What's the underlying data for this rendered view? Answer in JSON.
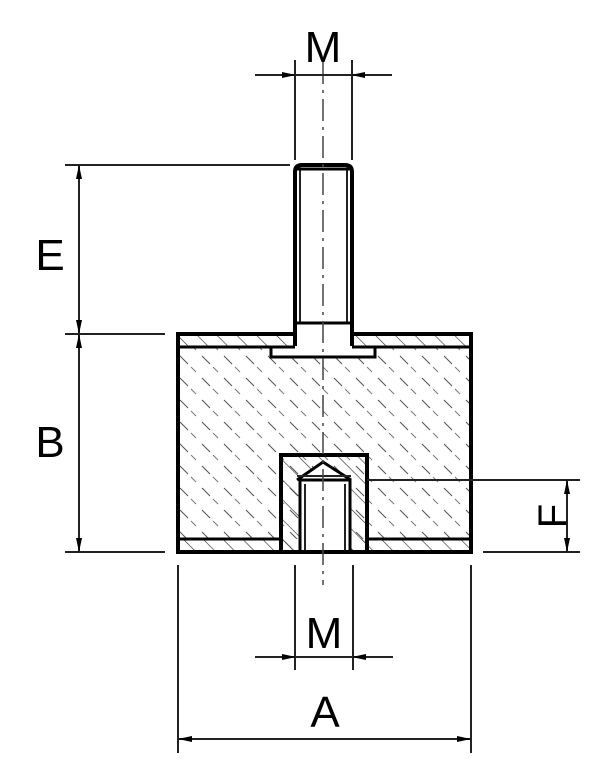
{
  "diagram": {
    "type": "technical-drawing",
    "subject": "rubber anti-vibration mount with male threaded stud and female threaded bore",
    "colors": {
      "line": "#000000",
      "background": "#ffffff"
    },
    "dimensions": {
      "top_thread": {
        "label": "M"
      },
      "stud_height": {
        "label": "E"
      },
      "body_height": {
        "label": "B"
      },
      "bore_depth": {
        "label": "F"
      },
      "bottom_thread": {
        "label": "M"
      },
      "diameter": {
        "label": "A"
      }
    }
  }
}
